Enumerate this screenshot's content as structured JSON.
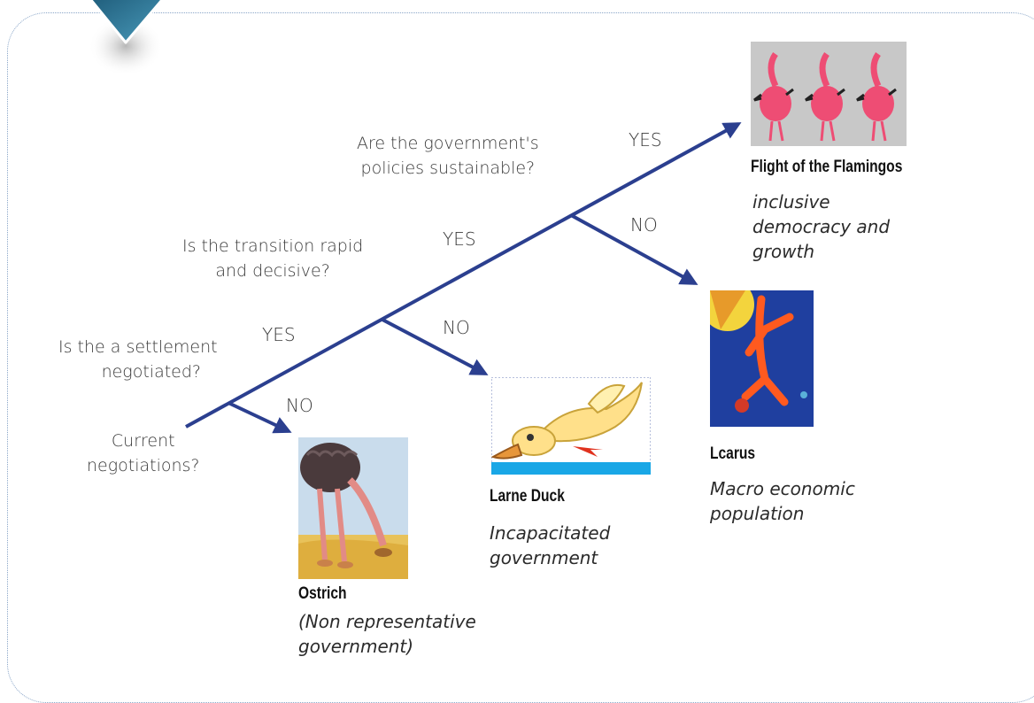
{
  "questions": {
    "q0": [
      "Current",
      "negotiations?"
    ],
    "q1": [
      "Is the a settlement",
      "negotiated?"
    ],
    "q2": [
      "Is the transition rapid",
      "and decisive?"
    ],
    "q3": [
      "Are the government's",
      "policies sustainable?"
    ]
  },
  "answers": {
    "yes1": "YES",
    "no1": "NO",
    "yes2": "YES",
    "no2": "NO",
    "yes3": "YES",
    "no3": "NO"
  },
  "outcomes": {
    "ostrich": {
      "title": "Ostrich",
      "desc": [
        "(Non representative",
        "government)"
      ]
    },
    "duck": {
      "title": "Larne Duck",
      "desc": [
        "Incapacitated",
        "government"
      ]
    },
    "icarus": {
      "title": "Lcarus",
      "desc": [
        "Macro economic",
        "population"
      ]
    },
    "flamingo": {
      "title": "Flight of the Flamingos",
      "desc": [
        "inclusive",
        "democracy and",
        "growth"
      ]
    }
  },
  "colors": {
    "arrow": "#2b3f8f",
    "frame": "#8aa6c8",
    "badge": "#2a6e8e"
  }
}
